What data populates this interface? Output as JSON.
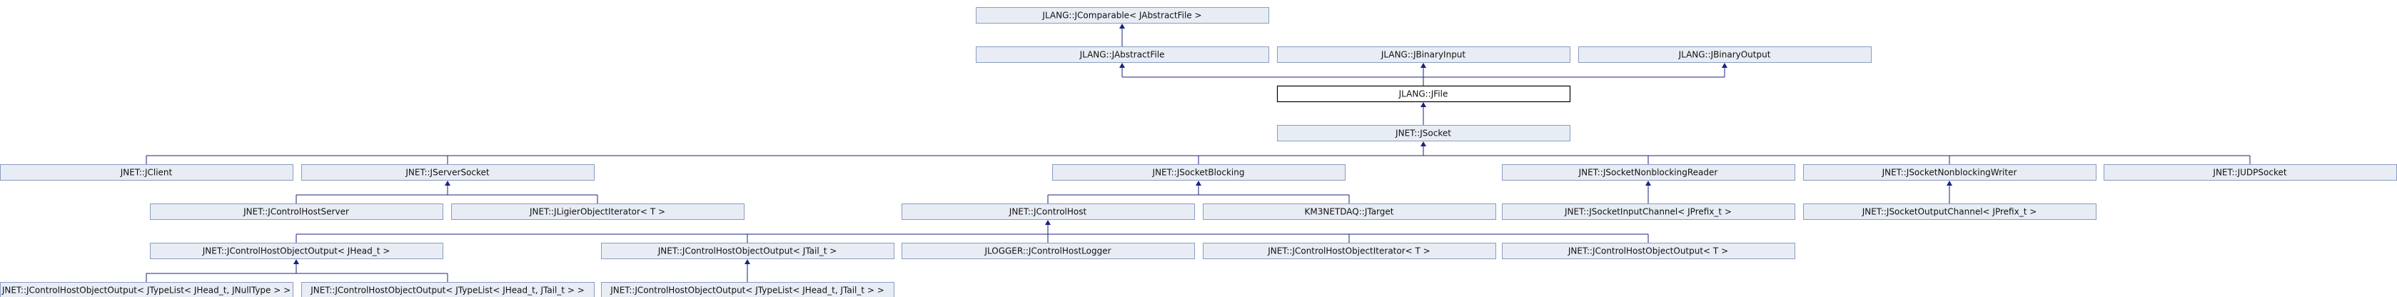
{
  "diagram": {
    "type": "inheritance-graph",
    "colors": {
      "node_fill": "#e8edf5",
      "node_border": "#8a9cbf",
      "highlight_fill": "#ffffff",
      "highlight_border": "#000000",
      "edge": "#1a237e"
    },
    "nodes": [
      {
        "id": "jcomparable",
        "label": "JLANG::JComparable< JAbstractFile >"
      },
      {
        "id": "jabstractfile",
        "label": "JLANG::JAbstractFile"
      },
      {
        "id": "jbinaryinput",
        "label": "JLANG::JBinaryInput"
      },
      {
        "id": "jbinaryoutput",
        "label": "JLANG::JBinaryOutput"
      },
      {
        "id": "jfile",
        "label": "JLANG::JFile",
        "highlight": true
      },
      {
        "id": "jsocket",
        "label": "JNET::JSocket"
      },
      {
        "id": "jclient",
        "label": "JNET::JClient"
      },
      {
        "id": "jserversocket",
        "label": "JNET::JServerSocket"
      },
      {
        "id": "jsocketblocking",
        "label": "JNET::JSocketBlocking"
      },
      {
        "id": "jsocketnbreader",
        "label": "JNET::JSocketNonblockingReader"
      },
      {
        "id": "jsocketnbwriter",
        "label": "JNET::JSocketNonblockingWriter"
      },
      {
        "id": "judpsocket",
        "label": "JNET::JUDPSocket"
      },
      {
        "id": "jcontrolhostserver",
        "label": "JNET::JControlHostServer"
      },
      {
        "id": "jligieriterator",
        "label": "JNET::JLigierObjectIterator< T >"
      },
      {
        "id": "jcontrolhost",
        "label": "JNET::JControlHost"
      },
      {
        "id": "km3netdaq",
        "label": "KM3NETDAQ::JTarget"
      },
      {
        "id": "jsocketinputchannel",
        "label": "JNET::JSocketInputChannel< JPrefix_t >"
      },
      {
        "id": "jsocketoutputchannel",
        "label": "JNET::JSocketOutputChannel< JPrefix_t >"
      },
      {
        "id": "jchoo_head",
        "label": "JNET::JControlHostObjectOutput< JHead_t >"
      },
      {
        "id": "jchoo_tail",
        "label": "JNET::JControlHostObjectOutput< JTail_t >"
      },
      {
        "id": "jlogger",
        "label": "JLOGGER::JControlHostLogger"
      },
      {
        "id": "jchoiterator",
        "label": "JNET::JControlHostObjectIterator< T >"
      },
      {
        "id": "jchoo_t",
        "label": "JNET::JControlHostObjectOutput< T >"
      },
      {
        "id": "jchoo_tl_null",
        "label": "JNET::JControlHostObjectOutput< JTypeList< JHead_t, JNullType > >"
      },
      {
        "id": "jchoo_tl_tail_a",
        "label": "JNET::JControlHostObjectOutput< JTypeList< JHead_t, JTail_t > >"
      },
      {
        "id": "jchoo_tl_tail_b",
        "label": "JNET::JControlHostObjectOutput< JTypeList< JHead_t, JTail_t > >"
      }
    ],
    "edges": [
      {
        "from": "jabstractfile",
        "to": "jcomparable"
      },
      {
        "from": "jfile",
        "to": "jabstractfile"
      },
      {
        "from": "jfile",
        "to": "jbinaryinput"
      },
      {
        "from": "jfile",
        "to": "jbinaryoutput"
      },
      {
        "from": "jsocket",
        "to": "jfile"
      },
      {
        "from": "jclient",
        "to": "jsocket"
      },
      {
        "from": "jserversocket",
        "to": "jsocket"
      },
      {
        "from": "jsocketblocking",
        "to": "jsocket"
      },
      {
        "from": "jsocketnbreader",
        "to": "jsocket"
      },
      {
        "from": "jsocketnbwriter",
        "to": "jsocket"
      },
      {
        "from": "judpsocket",
        "to": "jsocket"
      },
      {
        "from": "jcontrolhostserver",
        "to": "jserversocket"
      },
      {
        "from": "jligieriterator",
        "to": "jserversocket"
      },
      {
        "from": "jcontrolhost",
        "to": "jsocketblocking"
      },
      {
        "from": "km3netdaq",
        "to": "jsocketblocking"
      },
      {
        "from": "jsocketinputchannel",
        "to": "jsocketnbreader"
      },
      {
        "from": "jsocketoutputchannel",
        "to": "jsocketnbwriter"
      },
      {
        "from": "jchoo_head",
        "to": "jcontrolhost"
      },
      {
        "from": "jchoo_tail",
        "to": "jcontrolhost"
      },
      {
        "from": "jlogger",
        "to": "jcontrolhost"
      },
      {
        "from": "jchoiterator",
        "to": "jcontrolhost"
      },
      {
        "from": "jchoo_t",
        "to": "jcontrolhost"
      },
      {
        "from": "jchoo_tl_null",
        "to": "jchoo_head"
      },
      {
        "from": "jchoo_tl_tail_a",
        "to": "jchoo_head"
      },
      {
        "from": "jchoo_tl_tail_b",
        "to": "jchoo_tail"
      }
    ]
  }
}
